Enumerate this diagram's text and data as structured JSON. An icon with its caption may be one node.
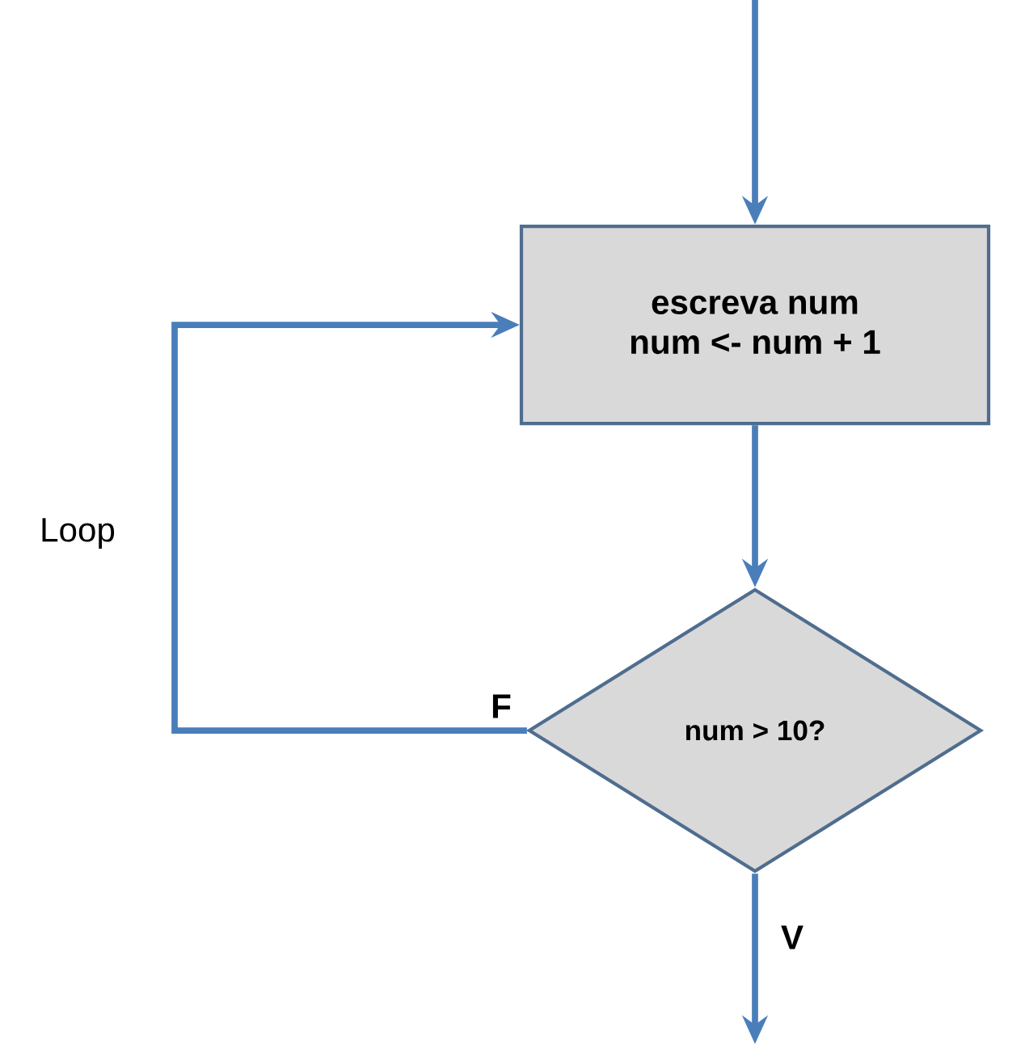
{
  "diagram": {
    "nodes": [
      {
        "text": [
          "escreva num",
          "num <- num + 1"
        ]
      },
      {
        "text": [
          "num > 10?"
        ]
      }
    ],
    "edges": [
      {
        "from": null,
        "to": 0,
        "arrow": "to"
      },
      {
        "from": 0,
        "to": 1,
        "arrow": "to"
      },
      {
        "from": 1,
        "to": 0,
        "arrow": "to",
        "label": "F"
      },
      {
        "from": 1,
        "to": null,
        "arrow": "to",
        "label": "V"
      }
    ],
    "labels": [
      "Loop"
    ]
  }
}
